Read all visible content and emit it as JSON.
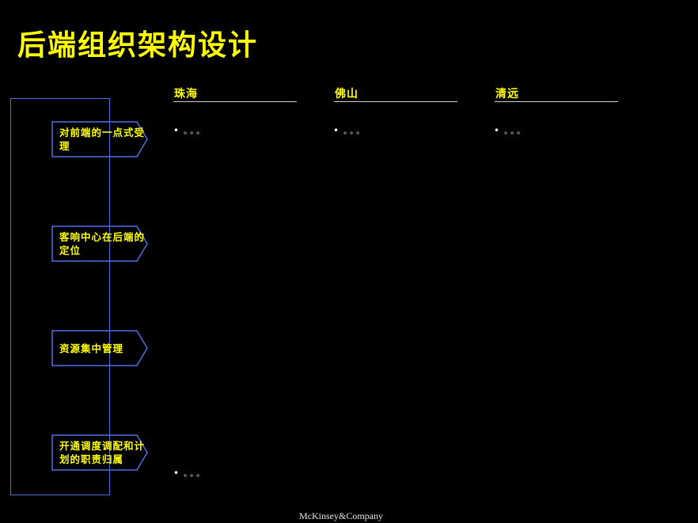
{
  "page": {
    "title": "后端组织架构设计",
    "footer": "McKinsey&Company"
  },
  "colors": {
    "background": "#000000",
    "title": "#ffff00",
    "accent_line": "#4f6fe0",
    "text": "#ffffff"
  },
  "chevrons": [
    {
      "label": "对前端的一点式受理"
    },
    {
      "label": "客响中心在后端的定位"
    },
    {
      "label": "资源集中管理"
    },
    {
      "label": "开通调度调配和计划的职责归属"
    }
  ],
  "columns": [
    {
      "header": "珠海"
    },
    {
      "header": "佛山"
    },
    {
      "header": "清远"
    }
  ],
  "bullets": [
    {
      "marker": "•",
      "text": "。。。"
    },
    {
      "marker": "•",
      "text": "。。。"
    },
    {
      "marker": "•",
      "text": "。。。"
    },
    {
      "marker": "•",
      "text": "。。。"
    }
  ]
}
